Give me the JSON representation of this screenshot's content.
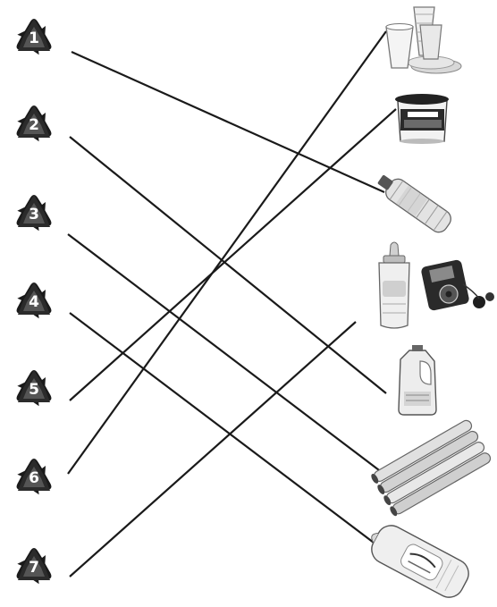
{
  "symbols": [
    {
      "code": "1"
    },
    {
      "code": "2"
    },
    {
      "code": "3"
    },
    {
      "code": "4"
    },
    {
      "code": "5"
    },
    {
      "code": "6"
    },
    {
      "code": "7"
    }
  ],
  "items": [
    {
      "icon": "foam-cups-icon"
    },
    {
      "icon": "margarine-tub-icon"
    },
    {
      "icon": "water-bottle-icon"
    },
    {
      "icon": "baby-bottle-and-media-player-icon"
    },
    {
      "icon": "milk-jug-icon"
    },
    {
      "icon": "pvc-pipes-icon"
    },
    {
      "icon": "bread-bag-icon"
    }
  ],
  "matches": [
    {
      "symbol": "1",
      "item": 3
    },
    {
      "symbol": "2",
      "item": 5
    },
    {
      "symbol": "3",
      "item": 6
    },
    {
      "symbol": "4",
      "item": 7
    },
    {
      "symbol": "5",
      "item": 2
    },
    {
      "symbol": "6",
      "item": 1
    },
    {
      "symbol": "7",
      "item": 4
    }
  ]
}
